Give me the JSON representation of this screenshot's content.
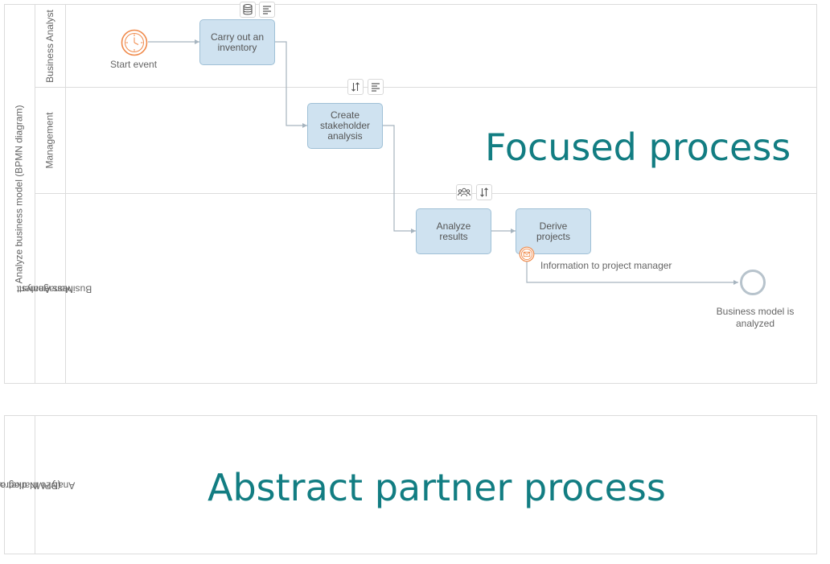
{
  "focused_pool": {
    "name": "Analyze business model (BPMN diagram)",
    "lanes": [
      {
        "label": "Business Analyst"
      },
      {
        "label": "Management"
      },
      {
        "label_lines": [
          "Management",
          "Business Analyst"
        ]
      }
    ]
  },
  "elements": {
    "start_event": "Start event",
    "task_inventory": "Carry out an inventory",
    "task_stakeholder": "Create stakeholder analysis",
    "task_analyze": "Analyze results",
    "task_derive": "Derive projects",
    "boundary_message": "Information to project manager",
    "end_event": "Business model is analyzed"
  },
  "watermarks": {
    "focused": "Focused process",
    "partner": "Abstract partner process"
  },
  "partner_pool": {
    "name_lines": [
      "Analyze market companions",
      "(BPMN diagram)"
    ]
  },
  "icons": [
    "timer-icon",
    "database-icon",
    "text-lines-icon",
    "sort-icon",
    "users-icon",
    "envelope-icon"
  ],
  "colors": {
    "task_fill": "#cfe2f0",
    "task_border": "#9fc0d6",
    "watermark": "#127d82",
    "start_event": "#f08a4b",
    "end_event": "#b7c3cc"
  }
}
